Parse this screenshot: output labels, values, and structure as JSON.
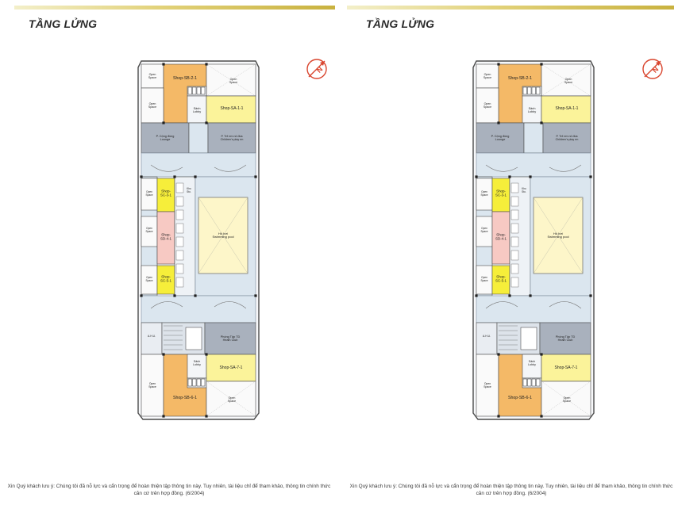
{
  "pages": [
    {
      "title": "TẦNG LỬNG",
      "note": "Xin Quý khách lưu ý: Chúng tôi đã nỗ lực và cẩn trọng để hoàn thiện tập thông tin này. Tuy nhiên, tài liệu chỉ để tham khảo, thông tin chính thức căn cứ trên hợp đồng. (6/2004)"
    },
    {
      "title": "TẦNG LỬNG",
      "note": "Xin Quý khách lưu ý: Chúng tôi đã nỗ lực và cẩn trọng để hoàn thiện tập thông tin này. Tuy nhiên, tài liệu chỉ để tham khảo, thông tin chính thức căn cứ trên hợp đồng. (6/2004)"
    }
  ],
  "compass_label": "N",
  "rooms": {
    "shop_sb_2_1": "Shop-SB-2-1",
    "shop_sa_1_1": "Shop-SA-1-1",
    "sanh_lobby_top": [
      "Sảnh",
      "Lobby"
    ],
    "open_space": [
      "Open",
      "Space"
    ],
    "p_cong_dong": [
      "P. Cộng đồng",
      "Lounge"
    ],
    "p_tre_em": [
      "P. Trẻ em nô đùa",
      "Children's play rm"
    ],
    "shop_sc_3_1": [
      "Shop-",
      "SC-3-1"
    ],
    "shop_sd_4_1": [
      "Shop-",
      "SD-4-1"
    ],
    "shop_sc_5_1": [
      "Shop-",
      "SC-5-1"
    ],
    "kho": [
      "Kho",
      "Sto."
    ],
    "ho_boi": [
      "Hồ bơi",
      "Swimming pool"
    ],
    "phong_tap": [
      "Phòng Tập TD",
      "Healh Club"
    ],
    "ahu": "A.H.U.",
    "sanh_lobby_bottom": [
      "Sảnh",
      "Lobby"
    ],
    "shop_sa_7_1": "Shop-SA-7-1",
    "shop_sb_6_1": "Shop-SB-6-1"
  },
  "colors": {
    "shop_orange": "#f4b967",
    "shop_yellow": "#fbf39a",
    "shop_bright_yellow": "#f6ee3a",
    "shop_pink": "#f7c9c3",
    "lounge_grey": "#a9b1bd",
    "corridor_blue": "#dbe6ef",
    "pool": "#fdf6c9",
    "wall": "#4b4b4b",
    "compass_red": "#d9452e",
    "gold_bar": "#c9b23f"
  }
}
